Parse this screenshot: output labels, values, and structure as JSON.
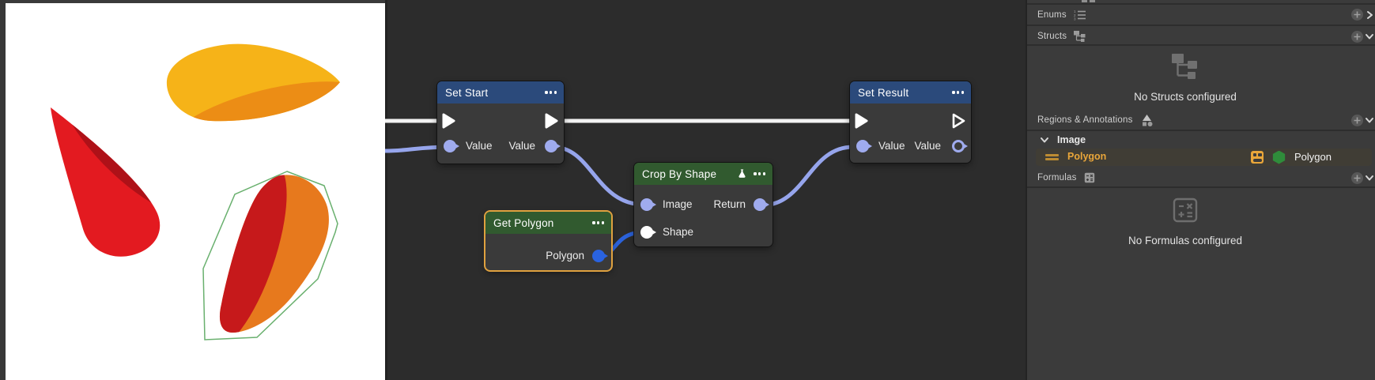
{
  "colors": {
    "accent_orange": "#E9A63A",
    "selection_orange": "#DFA13F",
    "type_green": "#2F8C3B",
    "annotation_outline_green": "#69B06E",
    "header_blue": "#2B4A7B",
    "header_green": "#315A2F",
    "wire_exec": "#F2F2F2",
    "wire_value": "#96A5EC",
    "wire_shape_blue": "#2B62DA",
    "shape_yellow": "#F6B318",
    "shape_orange": "#E7791D",
    "shape_red": "#E31A20"
  },
  "graph": {
    "nodes": {
      "set_start": {
        "title": "Set Start",
        "left_value": "Value",
        "right_value": "Value"
      },
      "crop_by_shape": {
        "title": "Crop By Shape",
        "image": "Image",
        "return": "Return",
        "shape": "Shape"
      },
      "get_polygon": {
        "title": "Get Polygon",
        "polygon": "Polygon"
      },
      "set_result": {
        "title": "Set Result",
        "left_value": "Value",
        "right_value": "Value"
      }
    }
  },
  "panel": {
    "enums_label": "Enums",
    "structs_label": "Structs",
    "structs_empty": "No Structs configured",
    "regions_label": "Regions & Annotations",
    "image_group_label": "Image",
    "annotation_name": "Polygon",
    "annotation_type": "Polygon",
    "formulas_label": "Formulas",
    "formulas_empty": "No Formulas configured"
  }
}
